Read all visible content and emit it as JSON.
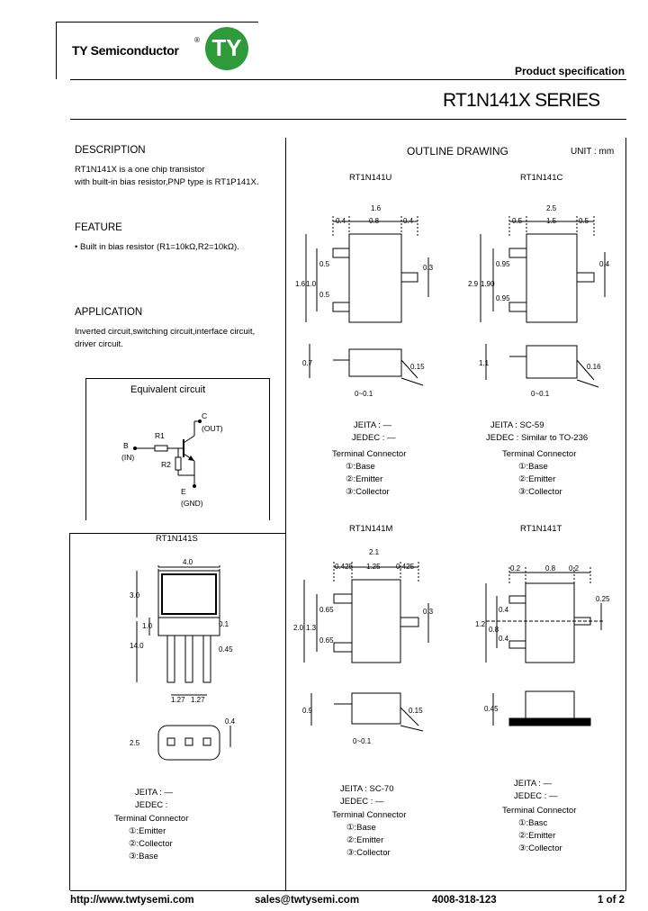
{
  "header": {
    "company": "TY  Semiconductor",
    "registered_mark": "®",
    "logo_text": "TY",
    "logo_color": "#2e9a3a",
    "doc_type": "Product specification",
    "series_title": "RT1N141X SERIES"
  },
  "description": {
    "heading": "DESCRIPTION",
    "line1": "RT1N141X    is    a    one chip transistor",
    "line2": "with built-in bias resistor,PNP type is RT1P141X."
  },
  "feature": {
    "heading": "FEATURE",
    "line1": "• Built  in bias resistor (R1=10kΩ,R2=10kΩ)."
  },
  "application": {
    "heading": "APPLICATION",
    "line1": "Inverted circuit,switching circuit,interface circuit,",
    "line2": "driver circuit."
  },
  "equivalent": {
    "title": "Equivalent circuit",
    "c_label": "C",
    "c_note": "(OUT)",
    "b_label": "B",
    "b_note": "(IN)",
    "r1": "R1",
    "r2": "R2",
    "e_label": "E",
    "e_note": "(GND)"
  },
  "outline": {
    "title": "OUTLINE    DRAWING",
    "unit": "UNIT : mm"
  },
  "pkg_u": {
    "name": "RT1N141U",
    "dims": [
      "1.6",
      "0.4",
      "0.8",
      "0.4",
      "0.3",
      "1.6",
      "1.0",
      "0.5",
      "0.5",
      "0.7",
      "0.15",
      "0~0.1"
    ],
    "jeita": "JEITA : —",
    "jedec": "JEDEC : —",
    "terminal_title": "Terminal Connector",
    "terminals": [
      "①:Base",
      "②:Emitter",
      "③:Collector"
    ]
  },
  "pkg_c": {
    "name": "RT1N141C",
    "dims": [
      "2.5",
      "0.5",
      "1.5",
      "0.5",
      "0.4",
      "2.9",
      "1.90",
      "0.95",
      "0.95",
      "1.1",
      "0.16",
      "0~0.1"
    ],
    "jeita": "JEITA : SC-59",
    "jedec": "JEDEC : Similar to TO-236",
    "terminal_title": "Terminal Connector",
    "terminals": [
      "①:Base",
      "②:Emitter",
      "③:Collector"
    ]
  },
  "pkg_s": {
    "name": "RT1N141S",
    "dims": [
      "4.0",
      "3.0",
      "1.0",
      "14.0",
      "0.1",
      "0.45",
      "1.27",
      "1.27",
      "0.4",
      "2.5"
    ],
    "jeita": "JEITA : —",
    "jedec": "JEDEC :",
    "terminal_title": "Terminal Connector",
    "terminals": [
      "①:Emitter",
      "②:Collector",
      "③:Base"
    ]
  },
  "pkg_m": {
    "name": "RT1N141M",
    "dims": [
      "2.1",
      "0.425",
      "1.25",
      "0.425",
      "0.3",
      "2.0",
      "1.3",
      "0.65",
      "0.65",
      "0.9",
      "0.15",
      "0~0.1"
    ],
    "jeita": "JEITA : SC-70",
    "jedec": "JEDEC : —",
    "terminal_title": "Terminal Connector",
    "terminals": [
      "①:Base",
      "②:Emitter",
      "③:Collector"
    ]
  },
  "pkg_t": {
    "name": "RT1N141T",
    "dims": [
      "0.2",
      "0.8",
      "0.2",
      "0.25",
      "1.2",
      "0.8",
      "0.4",
      "0.4",
      "0.45"
    ],
    "jeita": "JEITA : —",
    "jedec": "JEDEC : —",
    "terminal_title": "Terminal Connector",
    "terminals": [
      "①:Basc",
      "②:Emitter",
      "③:Collector"
    ]
  },
  "footer": {
    "url": "http://www.twtysemi.com",
    "email": "sales@twtysemi.com",
    "phone": "4008-318-123",
    "page": "1 of 2"
  }
}
